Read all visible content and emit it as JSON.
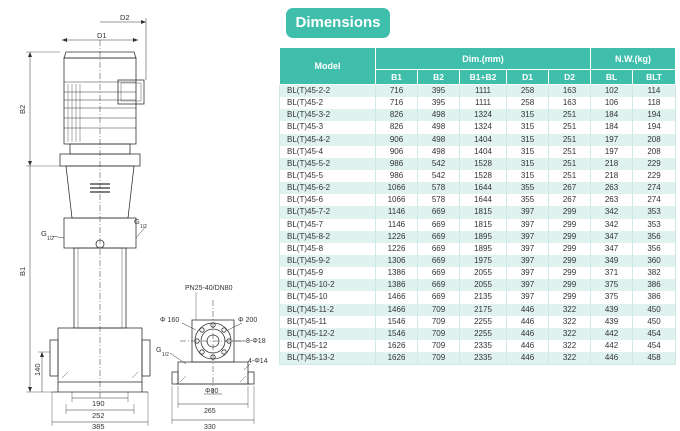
{
  "section_title": "Dimensions",
  "drawing": {
    "front_labels": {
      "d1": "D1",
      "d2": "D2",
      "b2": "B2",
      "b1": "B1",
      "g_left": "G",
      "g_left_frac": "1/2",
      "g_right": "G",
      "g_right_frac": "1/2",
      "h140": "140",
      "w190": "190",
      "w252": "252",
      "w385": "385"
    },
    "base_labels": {
      "flange": "PN25-40/DN80",
      "phi160": "Φ 160",
      "phi200": "Φ 200",
      "bolts": "8-Φ18",
      "g": "G",
      "g_frac": "1/2",
      "anchor": "4-Φ14",
      "phi80": "Φ80",
      "w265": "265",
      "w330": "330"
    }
  },
  "table": {
    "header": {
      "model": "Model",
      "dim_group": "Dim.(mm)",
      "nw_group": "N.W.(kg)",
      "columns": [
        "B1",
        "B2",
        "B1+B2",
        "D1",
        "D2",
        "BL",
        "BLT"
      ]
    },
    "rows": [
      [
        "BL(T)45-2-2",
        "716",
        "395",
        "1111",
        "258",
        "163",
        "102",
        "114"
      ],
      [
        "BL(T)45-2",
        "716",
        "395",
        "1111",
        "258",
        "163",
        "106",
        "118"
      ],
      [
        "BL(T)45-3-2",
        "826",
        "498",
        "1324",
        "315",
        "251",
        "184",
        "194"
      ],
      [
        "BL(T)45-3",
        "826",
        "498",
        "1324",
        "315",
        "251",
        "184",
        "194"
      ],
      [
        "BL(T)45-4-2",
        "906",
        "498",
        "1404",
        "315",
        "251",
        "197",
        "208"
      ],
      [
        "BL(T)45-4",
        "906",
        "498",
        "1404",
        "315",
        "251",
        "197",
        "208"
      ],
      [
        "BL(T)45-5-2",
        "986",
        "542",
        "1528",
        "315",
        "251",
        "218",
        "229"
      ],
      [
        "BL(T)45-5",
        "986",
        "542",
        "1528",
        "315",
        "251",
        "218",
        "229"
      ],
      [
        "BL(T)45-6-2",
        "1066",
        "578",
        "1644",
        "355",
        "267",
        "263",
        "274"
      ],
      [
        "BL(T)45-6",
        "1066",
        "578",
        "1644",
        "355",
        "267",
        "263",
        "274"
      ],
      [
        "BL(T)45-7-2",
        "1146",
        "669",
        "1815",
        "397",
        "299",
        "342",
        "353"
      ],
      [
        "BL(T)45-7",
        "1146",
        "669",
        "1815",
        "397",
        "299",
        "342",
        "353"
      ],
      [
        "BL(T)45-8-2",
        "1226",
        "669",
        "1895",
        "397",
        "299",
        "347",
        "356"
      ],
      [
        "BL(T)45-8",
        "1226",
        "669",
        "1895",
        "397",
        "299",
        "347",
        "356"
      ],
      [
        "BL(T)45-9-2",
        "1306",
        "669",
        "1975",
        "397",
        "299",
        "349",
        "360"
      ],
      [
        "BL(T)45-9",
        "1386",
        "669",
        "2055",
        "397",
        "299",
        "371",
        "382"
      ],
      [
        "BL(T)45-10-2",
        "1386",
        "669",
        "2055",
        "397",
        "299",
        "375",
        "386"
      ],
      [
        "BL(T)45-10",
        "1466",
        "669",
        "2135",
        "397",
        "299",
        "375",
        "386"
      ],
      [
        "BL(T)45-11-2",
        "1466",
        "709",
        "2175",
        "446",
        "322",
        "439",
        "450"
      ],
      [
        "BL(T)45-11",
        "1546",
        "709",
        "2255",
        "446",
        "322",
        "439",
        "450"
      ],
      [
        "BL(T)45-12-2",
        "1546",
        "709",
        "2255",
        "446",
        "322",
        "442",
        "454"
      ],
      [
        "BL(T)45-12",
        "1626",
        "709",
        "2335",
        "446",
        "322",
        "442",
        "454"
      ],
      [
        "BL(T)45-13-2",
        "1626",
        "709",
        "2335",
        "446",
        "322",
        "446",
        "458"
      ]
    ]
  }
}
